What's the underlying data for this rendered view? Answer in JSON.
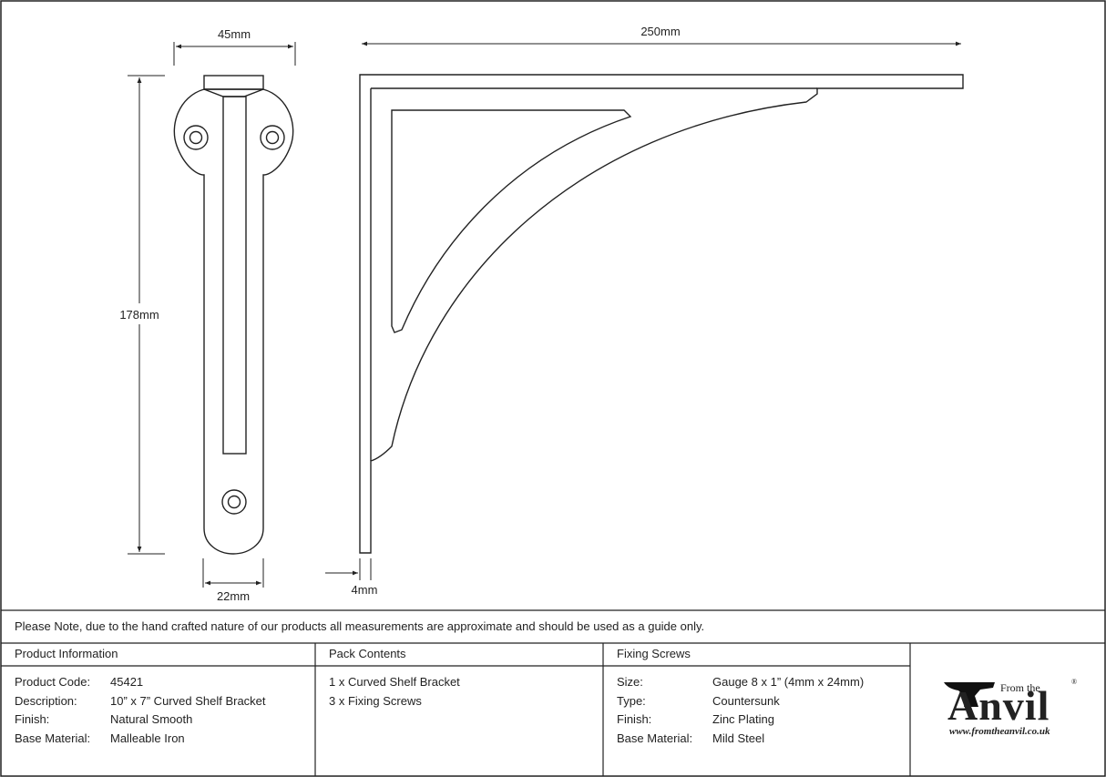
{
  "dimensions": {
    "width_top": "45mm",
    "length_horizontal": "250mm",
    "height": "178mm",
    "width_bottom": "22mm",
    "thickness": "4mm"
  },
  "note": "Please Note, due to the hand crafted nature of our products all measurements are approximate and should be used as a guide only.",
  "product_info": {
    "heading": "Product Information",
    "rows": [
      {
        "label": "Product Code:",
        "value": "45421"
      },
      {
        "label": "Description:",
        "value": "10” x 7” Curved Shelf Bracket"
      },
      {
        "label": "Finish:",
        "value": "Natural Smooth"
      },
      {
        "label": "Base Material:",
        "value": "Malleable Iron"
      }
    ]
  },
  "pack_contents": {
    "heading": "Pack Contents",
    "items": [
      "1 x Curved Shelf Bracket",
      "3 x Fixing Screws"
    ]
  },
  "fixing_screws": {
    "heading": "Fixing Screws",
    "rows": [
      {
        "label": "Size:",
        "value": "Gauge 8 x 1” (4mm x 24mm)"
      },
      {
        "label": "Type:",
        "value": "Countersunk"
      },
      {
        "label": "Finish:",
        "value": "Zinc Plating"
      },
      {
        "label": "Base Material:",
        "value": "Mild Steel"
      }
    ]
  },
  "logo": {
    "prefix": "From the",
    "name": "Anvil",
    "registered": "®",
    "url": "www.fromtheanvil.co.uk"
  }
}
